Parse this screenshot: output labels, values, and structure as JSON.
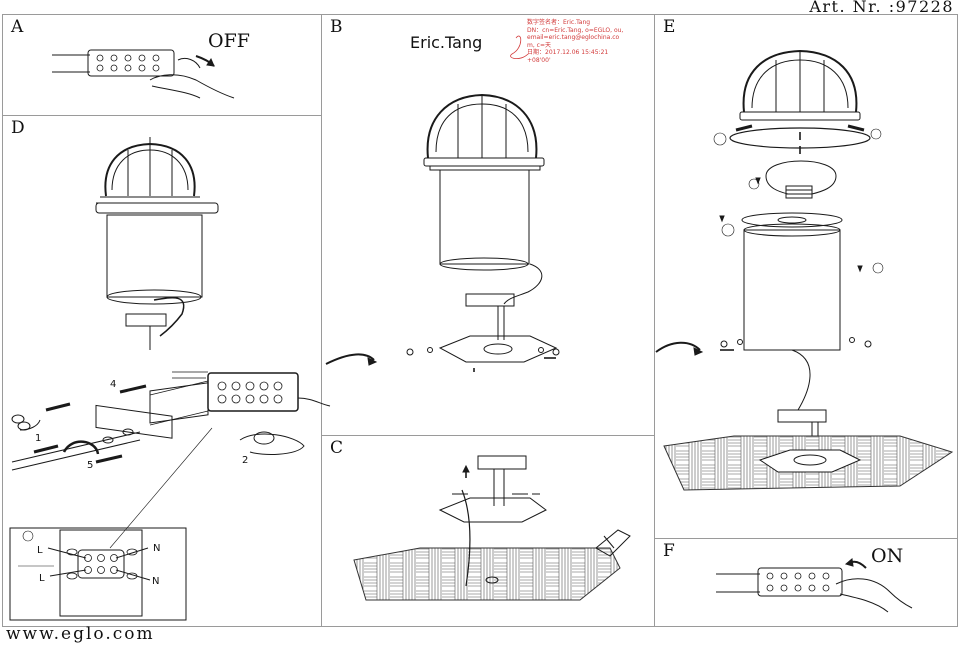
{
  "header": {
    "art_nr": "Art. Nr. :97228"
  },
  "footer": {
    "website": "www.eglo.com"
  },
  "panels": {
    "a": {
      "label": "A",
      "action": "OFF"
    },
    "b": {
      "label": "B"
    },
    "c": {
      "label": "C"
    },
    "d": {
      "label": "D",
      "callouts": [
        "4",
        "1",
        "5",
        "2"
      ],
      "wiring": [
        "L",
        "L",
        "N",
        "N"
      ]
    },
    "e": {
      "label": "E"
    },
    "f": {
      "label": "F",
      "action": "ON"
    }
  },
  "signature": {
    "name": "Eric.Tang",
    "details": "数字签名者：Eric.Tang\nDN：cn=Eric.Tang, o=EGLO, ou,\nemail=eric.tang@eglochina.co\nm, c=天\n日期：2017.12.06 15:45:21\n+08'00'"
  },
  "colors": {
    "line": "#1a1a1a",
    "frame": "#9a9a9a",
    "signature_meta": "#d23a3a"
  }
}
